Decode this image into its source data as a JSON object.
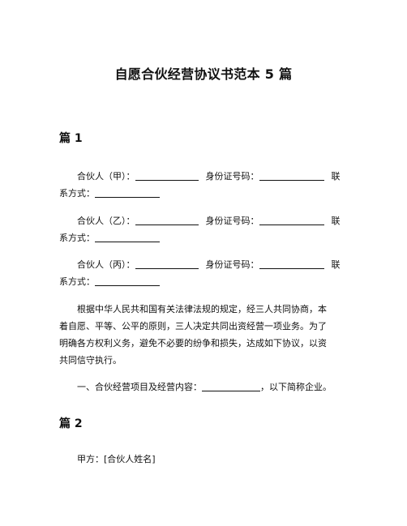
{
  "title": "自愿合伙经营协议书范本 5 篇",
  "sections": [
    {
      "heading": "篇 1",
      "partners": [
        {
          "partner_label": "合伙人（甲）：",
          "id_label": "身份证号码：",
          "contact_label_part1": "联",
          "contact_label_part2": "系方式："
        },
        {
          "partner_label": "合伙人（乙）：",
          "id_label": "身份证号码：",
          "contact_label_part1": "联",
          "contact_label_part2": "系方式："
        },
        {
          "partner_label": "合伙人（丙）：",
          "id_label": "身份证号码：",
          "contact_label_part1": "联",
          "contact_label_part2": "系方式："
        }
      ],
      "body_lines": [
        "根据中华人民共和国有关法律法规的规定，经三人共同协商，本",
        "着自愿、平等、公平的原则，三人决定共同出资经营一项业务。为了",
        "明确各方权利义务，避免不必要的纷争和损失，达成如下协议，以资",
        "共同信守执行。"
      ],
      "clause_one_prefix": "一、合伙经营项目及经营内容：",
      "clause_one_suffix": "，以下简称企业。"
    },
    {
      "heading": "篇 2",
      "party_a": "甲方：[合伙人姓名]"
    }
  ]
}
